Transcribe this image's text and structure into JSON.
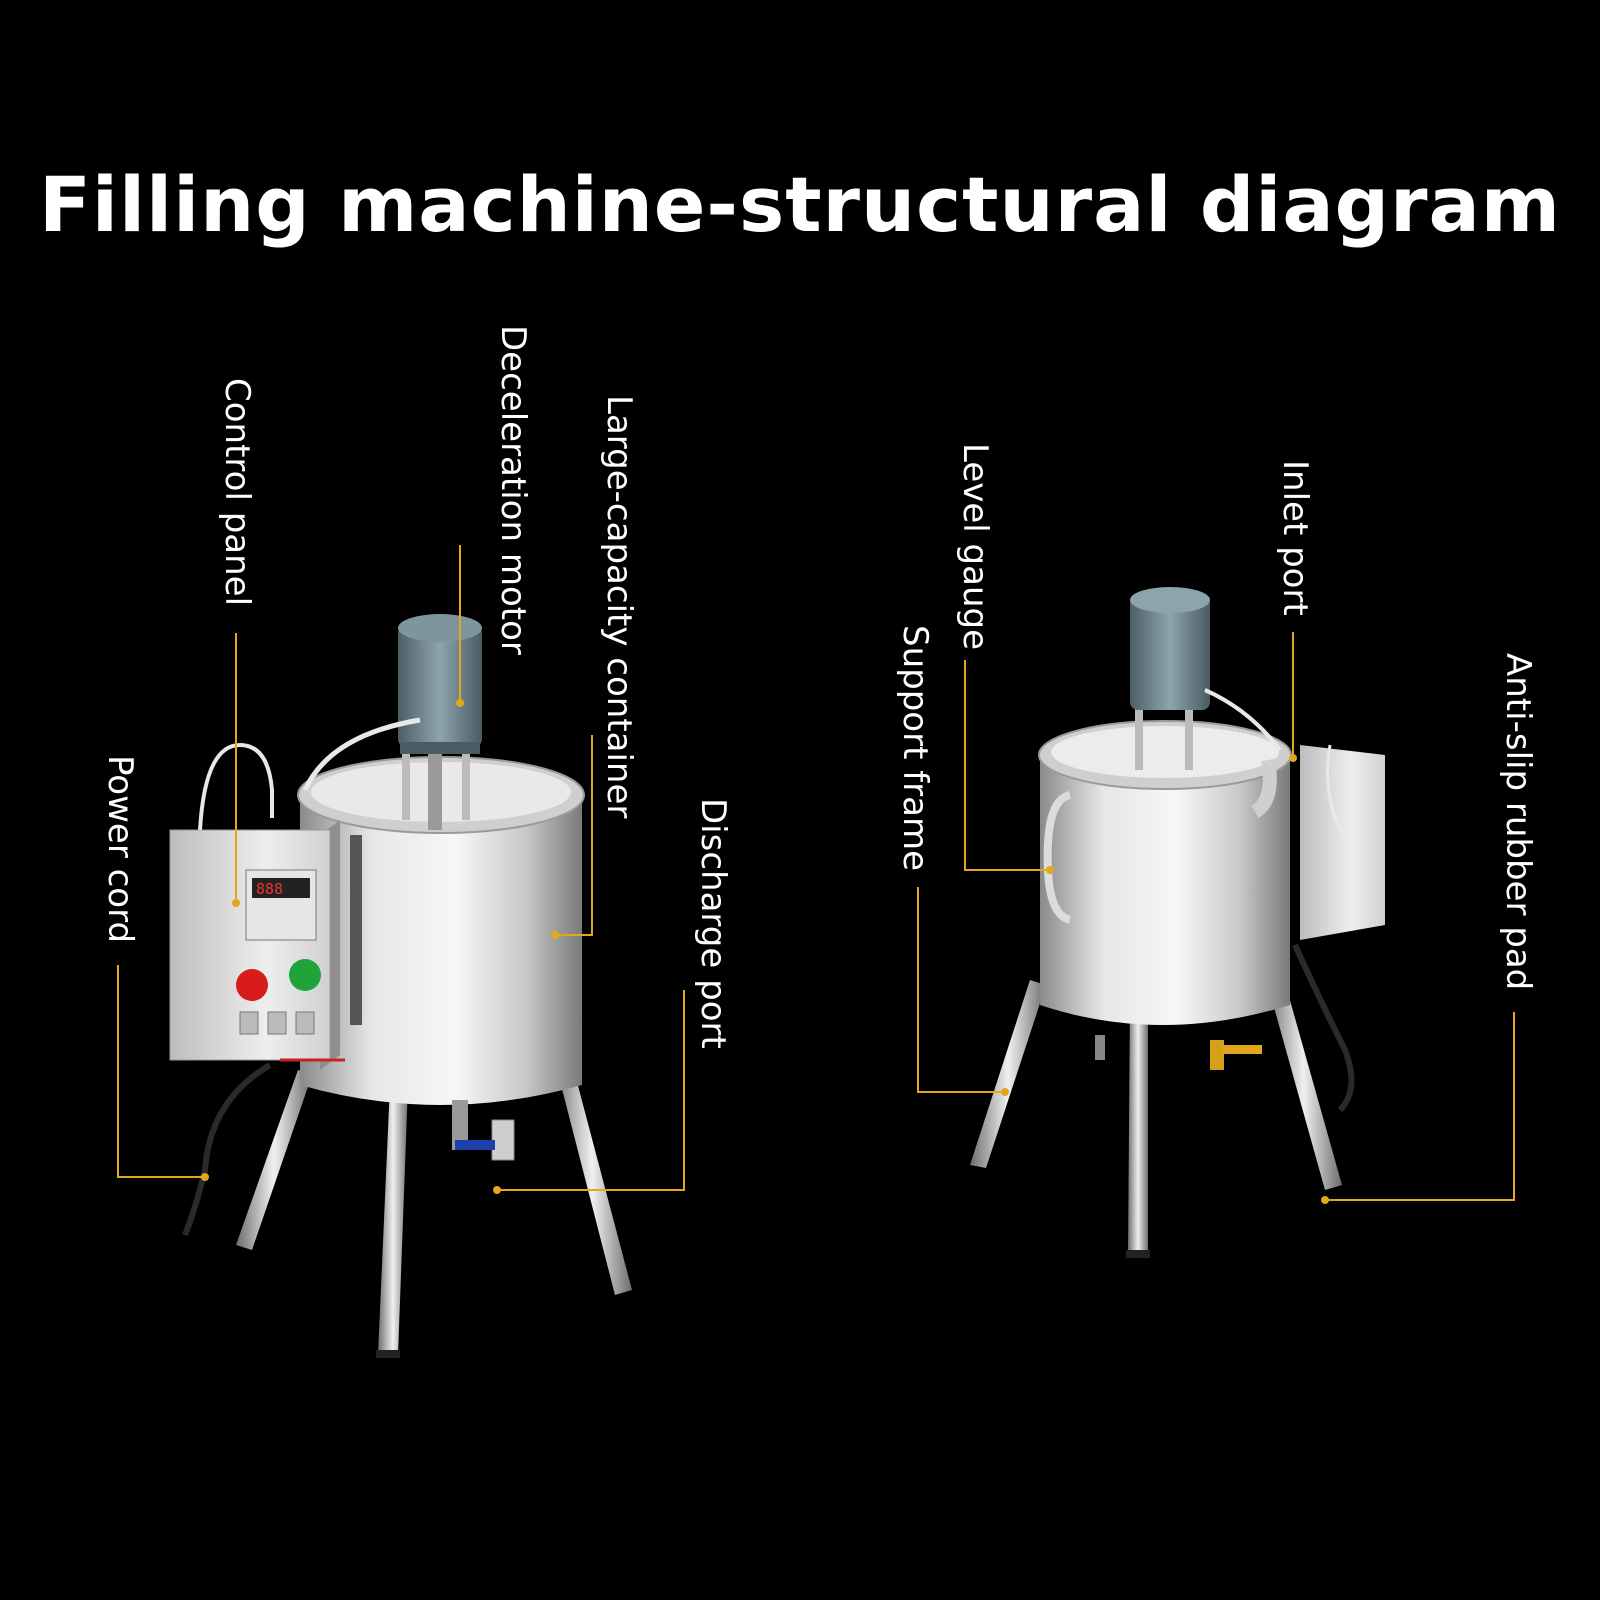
{
  "title": "Filling machine-structural diagram",
  "labels": {
    "power_cord": "Power cord",
    "control_panel": "Control panel",
    "deceleration_motor": "Deceleration motor",
    "large_capacity_container": "Large-capacity container",
    "discharge_port": "Discharge port",
    "support_frame": "Support frame",
    "level_gauge": "Level gauge",
    "inlet_port": "Inlet port",
    "anti_slip_rubber_pad": "Anti-slip rubber pad"
  },
  "colors": {
    "background": "#000000",
    "text": "#ffffff",
    "leader_line": "#e3a71b",
    "steel": "#d9d9d9",
    "motor": "#6f8790",
    "red_button": "#d81b1b",
    "green_button": "#1fa33a",
    "valve_blue": "#1f3fa8",
    "valve_yellow": "#e0a51a"
  }
}
